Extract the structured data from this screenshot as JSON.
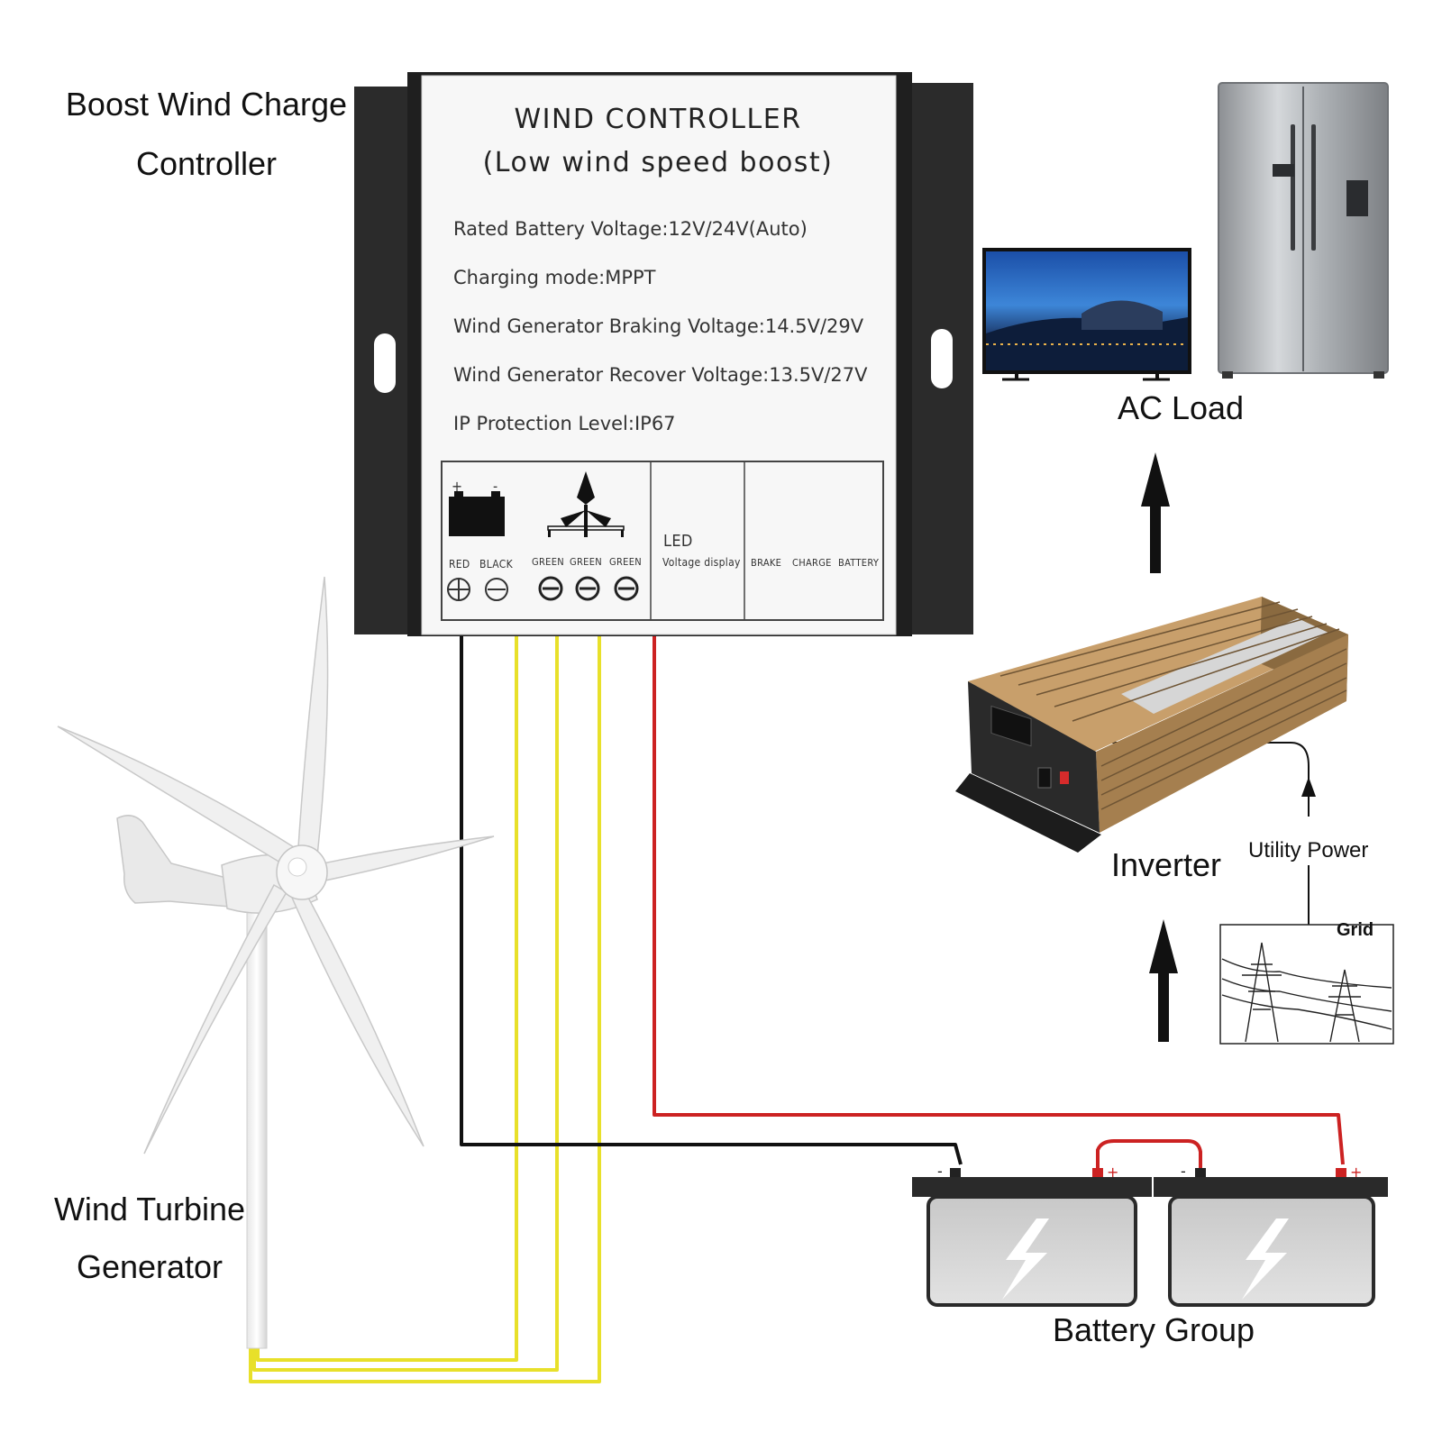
{
  "labels": {
    "controller_title_l1": "Boost Wind Charge",
    "controller_title_l2": "Controller",
    "turbine_l1": "Wind Turbine",
    "turbine_l2": "Generator",
    "ac_load": "AC Load",
    "inverter": "Inverter",
    "utility_power": "Utility Power",
    "grid": "Grid",
    "battery_group": "Battery Group"
  },
  "controller": {
    "heading_l1": "WIND CONTROLLER",
    "heading_l2": "(Low wind speed  boost)",
    "specs": [
      "Rated Battery Voltage:12V/24V(Auto)",
      "Charging mode:MPPT",
      "Wind Generator Braking Voltage:14.5V/29V",
      "Wind Generator Recover Voltage:13.5V/27V",
      "IP Protection Level:IP67"
    ],
    "terminals": {
      "battery_plus": "+",
      "battery_minus": "-",
      "red": "RED",
      "black": "BLACK",
      "green1": "GREEN",
      "green2": "GREEN",
      "green3": "GREEN",
      "led": "LED",
      "voltage_display": "Voltage display",
      "brake": "BRAKE",
      "charge": "CHARGE",
      "battery": "BATTERY"
    }
  },
  "colors": {
    "wire_red": "#cc2222",
    "wire_black": "#111111",
    "wire_yellow": "#e8e02a",
    "housing": "#2a2a2a",
    "inverter_gold": "#b08a58"
  }
}
